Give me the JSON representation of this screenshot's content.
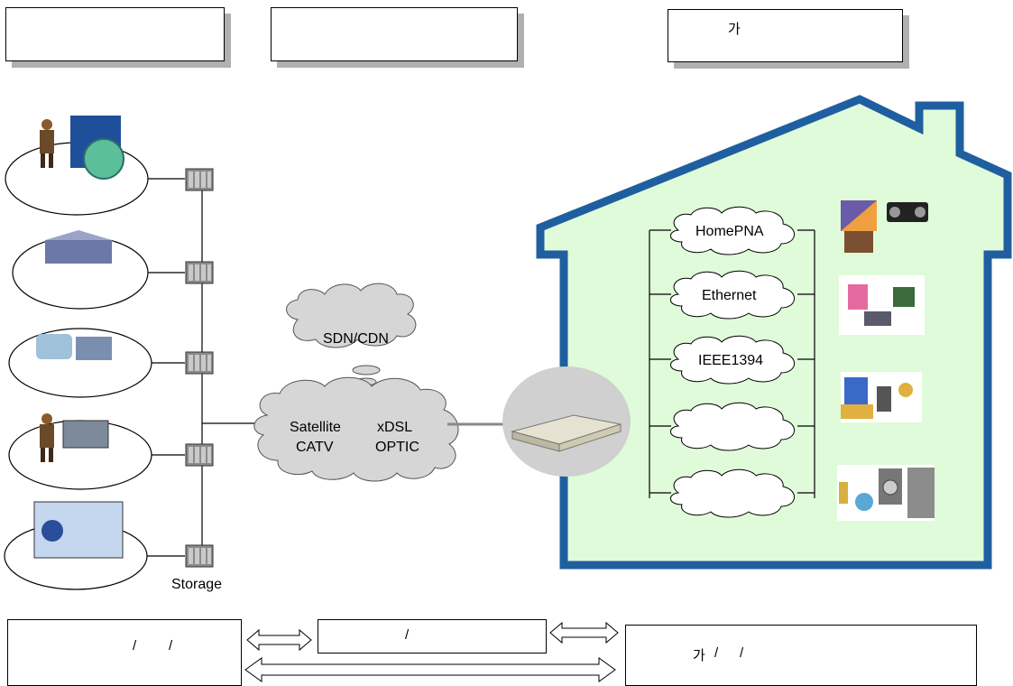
{
  "top_boxes": [
    {
      "text": ""
    },
    {
      "text": ""
    },
    {
      "text": "가"
    }
  ],
  "bottom_boxes": {
    "left_seps": [
      "/",
      "/"
    ],
    "middle_sep": "/",
    "right_prefix": "가",
    "right_seps": [
      "/",
      "/"
    ]
  },
  "clouds": {
    "top": "SDN/CDN",
    "main_left": [
      "Satellite",
      "CATV"
    ],
    "main_right": [
      "xDSL",
      "OPTIC"
    ]
  },
  "storage_label": "Storage",
  "home_networks": [
    "HomePNA",
    "Ethernet",
    "IEEE1394",
    "",
    ""
  ],
  "colors": {
    "house_fill": "#e0fbd9",
    "house_border": "#1f5fa0",
    "cloud_fill": "#d6d6d6",
    "shadow": "#b0b0b0"
  }
}
